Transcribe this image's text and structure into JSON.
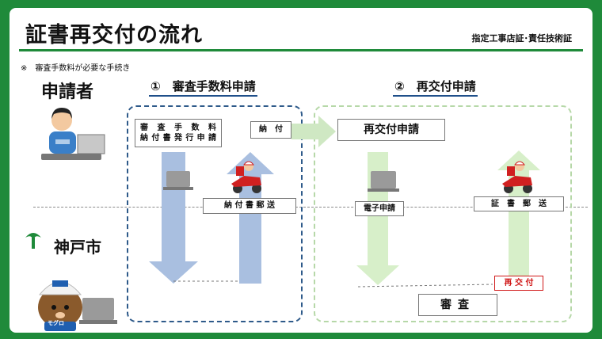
{
  "header": {
    "title": "証書再交付の流れ",
    "subtitle": "指定工事店証･責任技術証"
  },
  "note": "※　審査手数料が必要な手続き",
  "actors": {
    "applicant": "申請者",
    "city": "神戸市",
    "mascot_badge": "モグロ"
  },
  "steps": {
    "step1": "①　審査手数料申請",
    "step2": "②　再交付申請"
  },
  "labels": {
    "fee_notice_line1": "審査手数料",
    "fee_notice_line2": "納付書発行申請",
    "payment": "納　付",
    "notice_mail": "納 付 書 郵 送",
    "reissue_application": "再交付申請",
    "online_application": "電子申請",
    "certificate_mail": "証　書　郵　送",
    "reissue": "再 交 付",
    "examination": "審査"
  },
  "colors": {
    "brand_green": "#1f8a3a",
    "step1_box": "#2e5a8a",
    "step2_box": "#b6d8a8",
    "blue_arrow": "#a9bfe0",
    "green_arrow": "#d7efc9",
    "reissue_red": "#d01818"
  },
  "icons": [
    "laptop-icon",
    "person-at-laptop-icon",
    "delivery-scooter-icon",
    "kobe-city-emblem-icon",
    "mascot-mole-icon"
  ]
}
